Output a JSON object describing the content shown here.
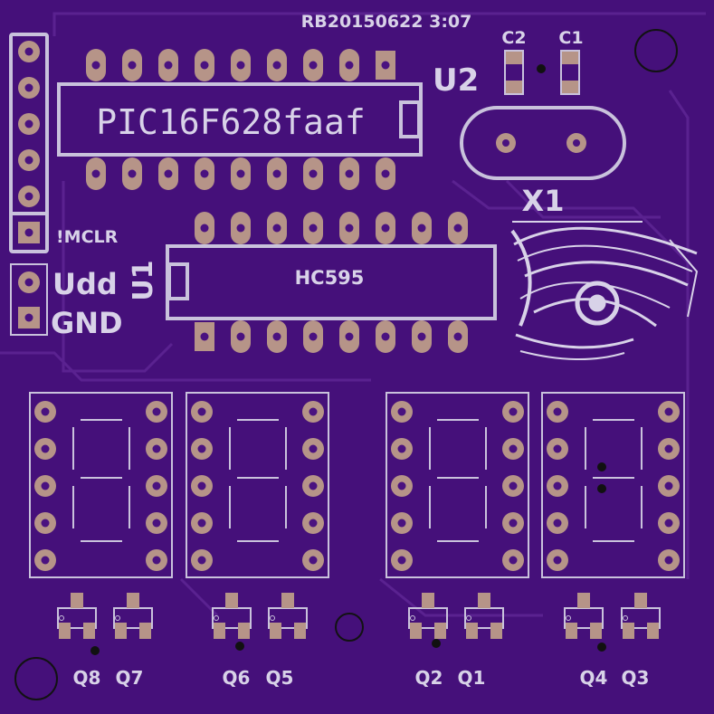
{
  "board": {
    "timestamp": "RB20150622 3:07",
    "colors": {
      "substrate": "#45107a",
      "silkscreen": "#c9c2dc",
      "pad": "#b69488"
    }
  },
  "components": {
    "pic": {
      "ref": "U2",
      "value": "PIC16F628faaf",
      "pins": 18
    },
    "shift": {
      "ref": "U1",
      "value": "HC595",
      "pins": 16
    },
    "cap2": {
      "ref": "C2"
    },
    "cap1": {
      "ref": "C1"
    },
    "crystal": {
      "ref": "X1"
    }
  },
  "header": {
    "mclr_label": "!MCLR",
    "udd_label": "Udd",
    "gnd_label": "GND"
  },
  "transistors": [
    "Q8",
    "Q7",
    "Q6",
    "Q5",
    "Q2",
    "Q1",
    "Q4",
    "Q3"
  ],
  "displays": 4,
  "logo": {
    "type": "eye-artwork"
  }
}
